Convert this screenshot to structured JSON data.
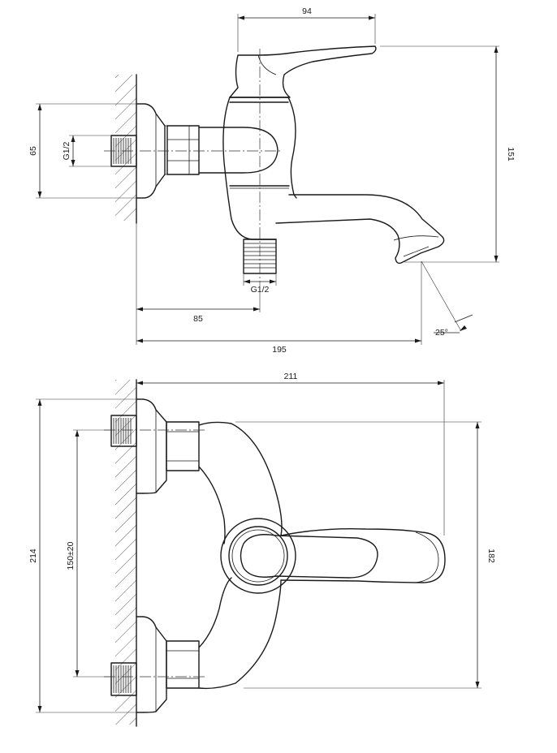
{
  "side_view": {
    "dim_top_spout": "94",
    "dim_height": "151",
    "dim_flange": "65",
    "dim_thread_left": "G1/2",
    "dim_thread_bottom": "G1/2",
    "dim_inlet_offset": "85",
    "dim_overall_depth": "195",
    "dim_spout_angle": "25°"
  },
  "top_view": {
    "dim_width": "211",
    "dim_total_height": "214",
    "dim_centers": "150±20",
    "dim_body_height": "182"
  }
}
